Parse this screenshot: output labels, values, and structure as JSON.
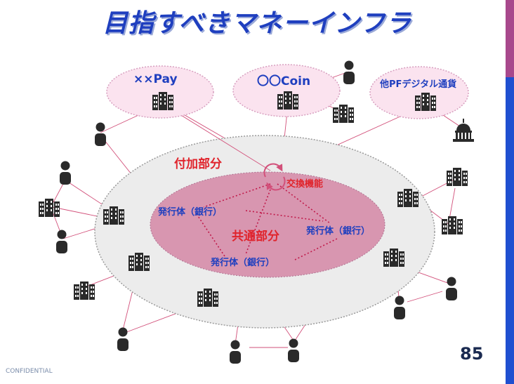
{
  "title": "目指すべきマネーインフラ",
  "page_number": "85",
  "confidential": "CONFIDENTIAL",
  "regions": {
    "outer": "付加部分",
    "inner": "共通部分",
    "exchange": "交換機能"
  },
  "providers": {
    "pay": "××Pay",
    "coin": "〇〇Coin",
    "pf": "他PFデジタル通貨"
  },
  "issuers": {
    "a": "発行体（銀行）",
    "b": "発行体（銀行）",
    "c": "発行体（銀行）"
  },
  "icons": [
    "building-icon",
    "person-icon",
    "government-building-icon",
    "exchange-arrows-icon"
  ],
  "colors": {
    "title": "#1f3fbf",
    "provider_fill": "#fbe3ef",
    "provider_border": "#d8a0c0",
    "outer_fill": "#ececec",
    "inner_fill": "#d896b0",
    "label_red": "#e0242c",
    "label_blue": "#1f3fbf",
    "lines": "#d2507a"
  }
}
